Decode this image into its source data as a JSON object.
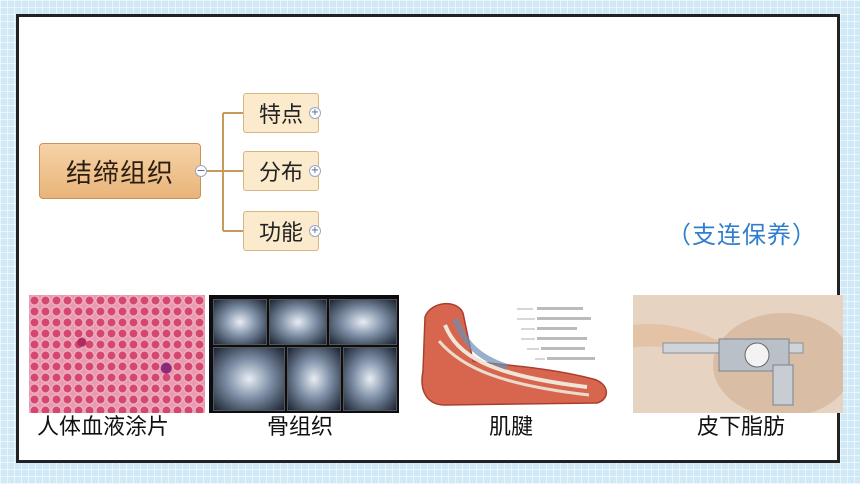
{
  "mindmap": {
    "root": "结缔组织",
    "branches": [
      "特点",
      "分布",
      "功能"
    ]
  },
  "note": "（支连保养）",
  "images": [
    {
      "caption": "人体血液涂片",
      "icon": "blood-smear-image"
    },
    {
      "caption": "骨组织",
      "icon": "xray-bones-image"
    },
    {
      "caption": "肌腱",
      "icon": "foot-tendon-diagram"
    },
    {
      "caption": "皮下脂肪",
      "icon": "skinfold-caliper-photo"
    }
  ],
  "colors": {
    "root_fill": "#e9b47a",
    "branch_fill": "#fbeacc",
    "connector": "#c59a5a",
    "note_text": "#2f7fd0",
    "background": "#cfe9f6"
  }
}
